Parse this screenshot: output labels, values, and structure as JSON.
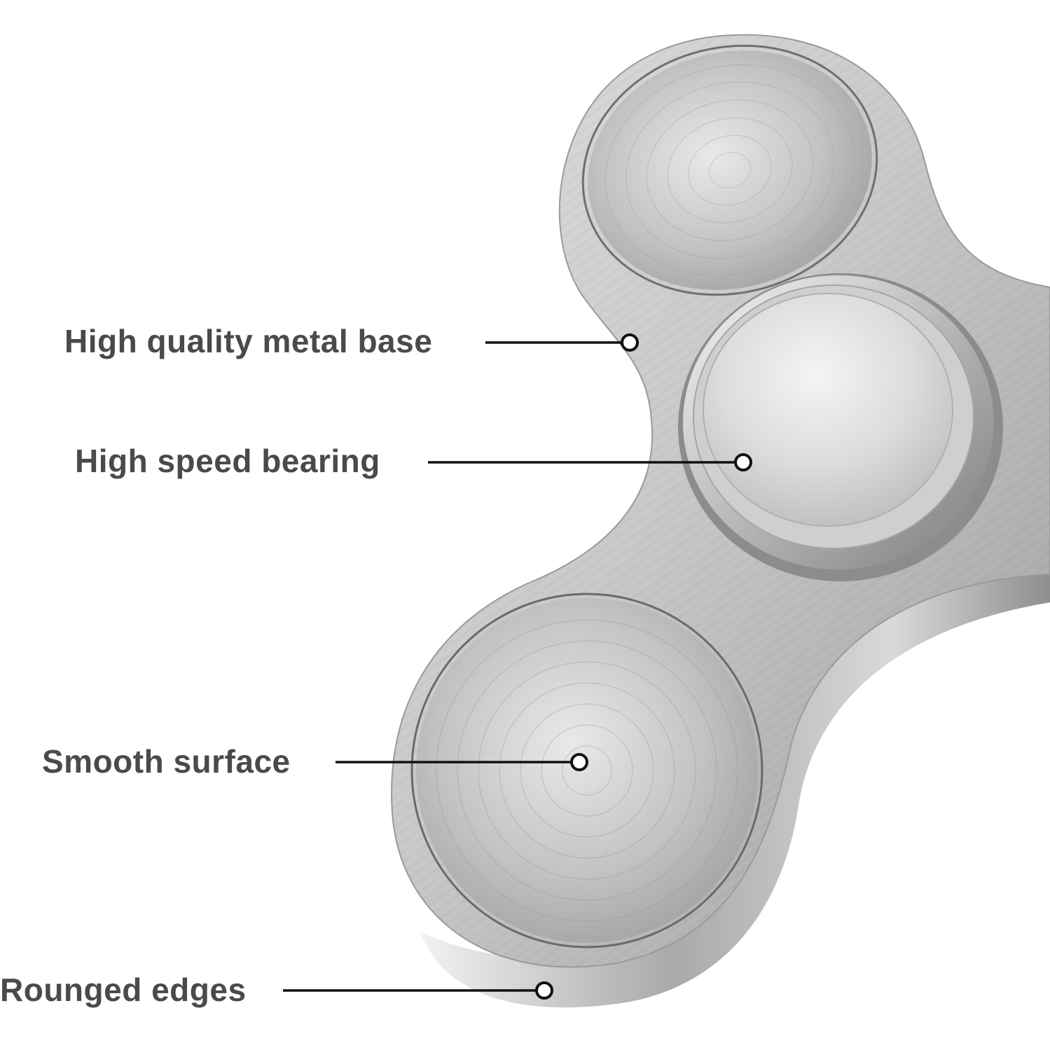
{
  "callouts": [
    {
      "label": "High quality metal base"
    },
    {
      "label": "High speed bearing"
    },
    {
      "label": "Smooth surface"
    },
    {
      "label": "Rounged edges"
    }
  ],
  "colors": {
    "label_text": "#4a4a4a",
    "leader_line": "#111111",
    "marker_fill": "#ffffff",
    "metal_light": "#e6e6e6",
    "metal_mid": "#bdbdbd",
    "metal_dark": "#8a8a8a",
    "background": "#ffffff"
  },
  "icons": {
    "product": "fidget-spinner-icon",
    "marker": "circle-marker-icon"
  }
}
